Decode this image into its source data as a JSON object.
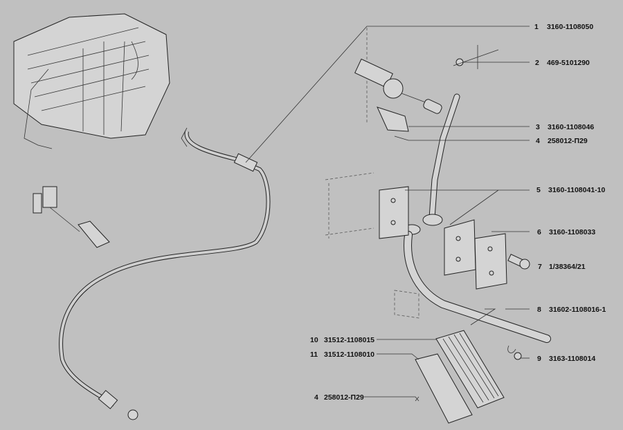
{
  "callouts": [
    {
      "num": "1",
      "code": "3160-1108050"
    },
    {
      "num": "2",
      "code": "469-5101290"
    },
    {
      "num": "3",
      "code": "3160-1108046"
    },
    {
      "num": "4",
      "code": "258012-П29"
    },
    {
      "num": "5",
      "code": "3160-1108041-10"
    },
    {
      "num": "6",
      "code": "3160-1108033"
    },
    {
      "num": "7",
      "code": "1/38364/21"
    },
    {
      "num": "8",
      "code": "31602-1108016-1"
    },
    {
      "num": "9",
      "code": "3163-1108014"
    },
    {
      "num": "10",
      "code": "31512-1108015"
    },
    {
      "num": "11",
      "code": "31512-1108010"
    },
    {
      "num": "4",
      "code": "258012-П29"
    }
  ]
}
